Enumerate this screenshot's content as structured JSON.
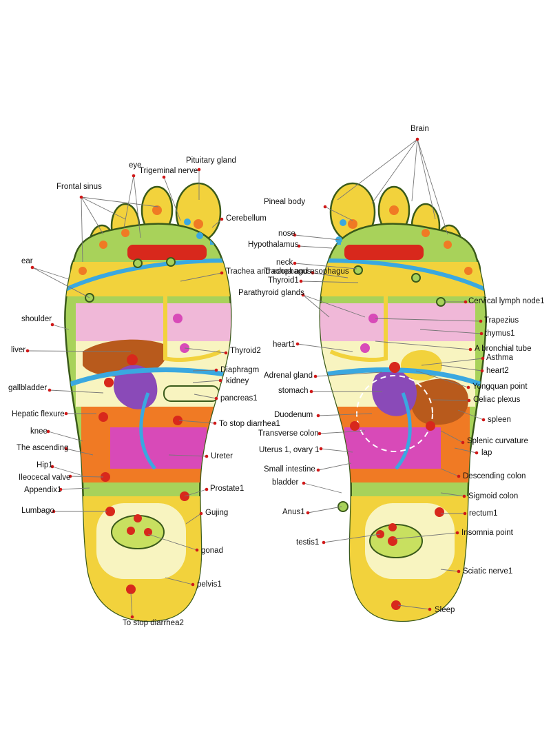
{
  "left_foot": {
    "labels": [
      {
        "id": "pituitary-gland",
        "text": "Pituitary gland"
      },
      {
        "id": "eye",
        "text": "eye"
      },
      {
        "id": "trigeminal-nerve",
        "text": "Trigeminal nerve"
      },
      {
        "id": "frontal-sinus",
        "text": "Frontal sinus"
      },
      {
        "id": "cerebellum",
        "text": "Cerebellum"
      },
      {
        "id": "ear",
        "text": "ear"
      },
      {
        "id": "trachea-and-esophagus",
        "text": "Trachea and esophagus"
      },
      {
        "id": "shoulder",
        "text": "shoulder"
      },
      {
        "id": "liver",
        "text": "liver"
      },
      {
        "id": "thyroid2",
        "text": "Thyroid2"
      },
      {
        "id": "diaphragm",
        "text": "Diaphragm"
      },
      {
        "id": "kidney",
        "text": "kidney"
      },
      {
        "id": "gallbladder",
        "text": "gallbladder"
      },
      {
        "id": "pancreas1",
        "text": "pancreas1"
      },
      {
        "id": "hepatic-flexure",
        "text": "Hepatic flexure"
      },
      {
        "id": "to-stop-diarrhea1",
        "text": "To stop diarrhea1"
      },
      {
        "id": "knee",
        "text": "knee"
      },
      {
        "id": "the-ascending",
        "text": "The ascending"
      },
      {
        "id": "ureter",
        "text": "Ureter"
      },
      {
        "id": "hip1",
        "text": "Hip1"
      },
      {
        "id": "ileocecal-valve",
        "text": "Ileocecal valve"
      },
      {
        "id": "appendix1",
        "text": "Appendix1"
      },
      {
        "id": "prostate1",
        "text": "Prostate1"
      },
      {
        "id": "lumbago",
        "text": "Lumbago"
      },
      {
        "id": "gujing",
        "text": "Gujing"
      },
      {
        "id": "gonad",
        "text": "gonad"
      },
      {
        "id": "pelvis1",
        "text": "pelvis1"
      },
      {
        "id": "to-stop-diarrhea2",
        "text": "To stop diarrhea2"
      }
    ]
  },
  "right_foot": {
    "labels": [
      {
        "id": "brain",
        "text": "Brain"
      },
      {
        "id": "pineal-body",
        "text": "Pineal body"
      },
      {
        "id": "nose",
        "text": "nose"
      },
      {
        "id": "hypothalamus",
        "text": "Hypothalamus"
      },
      {
        "id": "neck",
        "text": "neck"
      },
      {
        "id": "trachea-and-esophagus-r",
        "text": "Trachea and esophagus"
      },
      {
        "id": "thyroid1",
        "text": "Thyroid1"
      },
      {
        "id": "parathyroid-glands",
        "text": "Parathyroid glands"
      },
      {
        "id": "cervical-lymph-node1",
        "text": "Cervical lymph node1"
      },
      {
        "id": "trapezius",
        "text": "Trapezius"
      },
      {
        "id": "thymus1",
        "text": "thymus1"
      },
      {
        "id": "heart1",
        "text": "heart1"
      },
      {
        "id": "a-bronchial-tube",
        "text": "A bronchial tube"
      },
      {
        "id": "asthma",
        "text": "Asthma"
      },
      {
        "id": "adrenal-gland",
        "text": "Adrenal gland"
      },
      {
        "id": "heart2",
        "text": "heart2"
      },
      {
        "id": "stomach",
        "text": "stomach"
      },
      {
        "id": "yongquan-point",
        "text": "Yongquan point"
      },
      {
        "id": "celiac-plexus",
        "text": "Celiac plexus"
      },
      {
        "id": "duodenum",
        "text": "Duodenum"
      },
      {
        "id": "spleen",
        "text": "spleen"
      },
      {
        "id": "transverse-colon",
        "text": "Transverse colon"
      },
      {
        "id": "splenic-curvature",
        "text": "Splenic curvature"
      },
      {
        "id": "uterus-ovary",
        "text": "Uterus 1, ovary 1"
      },
      {
        "id": "lap",
        "text": "lap"
      },
      {
        "id": "small-intestine",
        "text": "Small intestine"
      },
      {
        "id": "descending-colon",
        "text": "Descending colon"
      },
      {
        "id": "bladder",
        "text": "bladder"
      },
      {
        "id": "sigmoid-colon",
        "text": "Sigmoid colon"
      },
      {
        "id": "anus1",
        "text": "Anus1"
      },
      {
        "id": "rectum1",
        "text": "rectum1"
      },
      {
        "id": "insomnia-point",
        "text": "Insomnia point"
      },
      {
        "id": "testis1",
        "text": "testis1"
      },
      {
        "id": "sciatic-nerve1",
        "text": "Sciatic nerve1"
      },
      {
        "id": "sleep",
        "text": "Sleep"
      }
    ]
  },
  "colors": {
    "outline": "#3a5a1a",
    "foot_green": "#a8d25a",
    "cream": "#f8f4c0",
    "yellow": "#f2d23c",
    "pink": "#f0b8d8",
    "orange": "#f07a24",
    "magenta": "#d84ab8",
    "purple": "#8a4ab8",
    "blue": "#3aa8e0",
    "red": "#d8281c",
    "brown": "#b85a1c",
    "dot": "#d01818"
  }
}
